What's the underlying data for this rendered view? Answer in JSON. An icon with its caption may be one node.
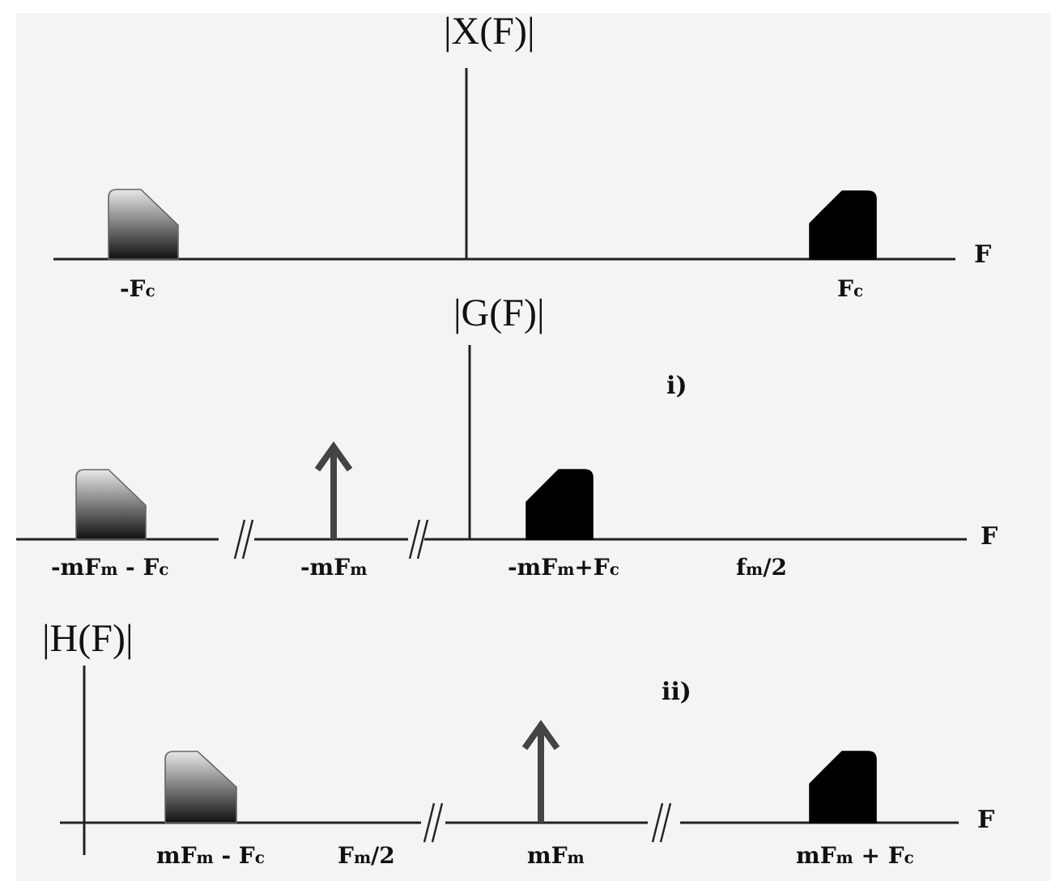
{
  "diagram": {
    "labels": [
      "|X(F)|",
      "F",
      "-F$_{c}$",
      "F$_{c}$",
      "|G(F)|",
      "i)",
      "F",
      "-mF$_{m}$ - F$_{c}$",
      "-mF$_{m}$",
      "-mF$_{m}$+F$_{c}$",
      "f$_{m}$/2",
      "|H(F)|",
      "ii)",
      "F",
      "mF$_{m}$ - F$_{c}$",
      "F$_{m}$/2",
      "mF$_{m}$",
      "mF$_{m}$ + F$_{c}$"
    ]
  }
}
